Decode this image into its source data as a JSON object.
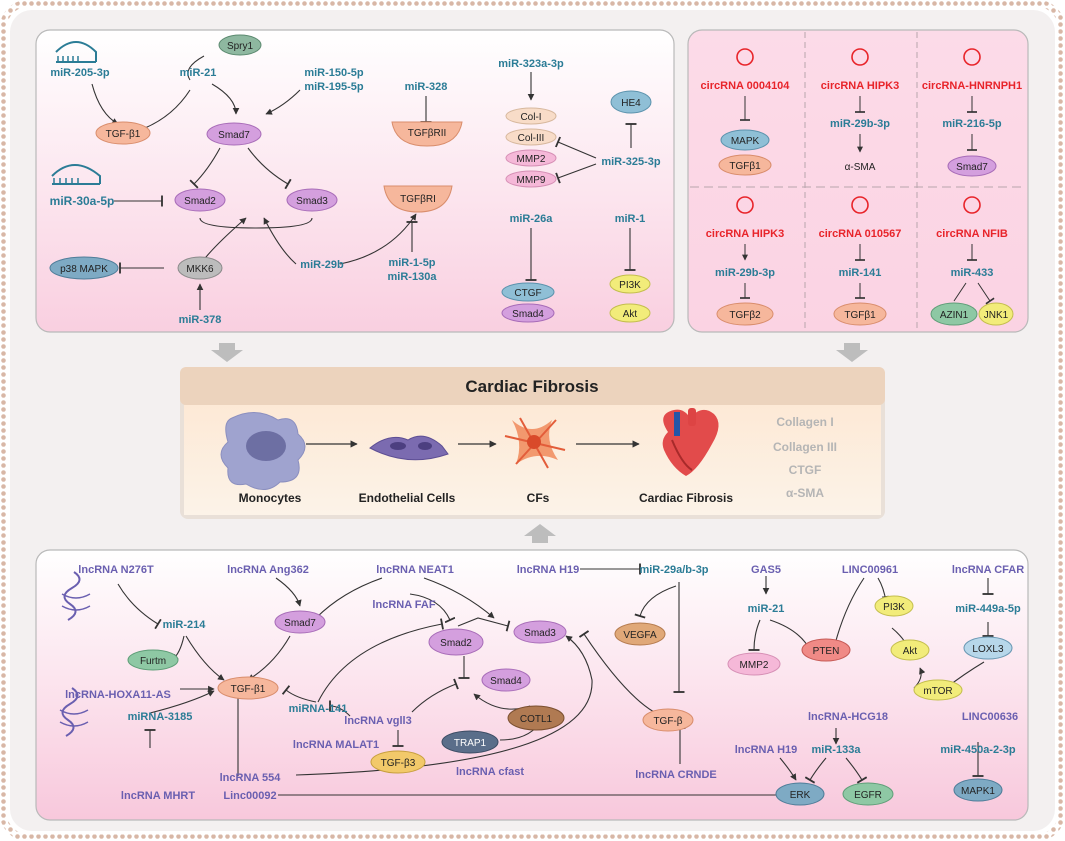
{
  "title": "Cardiac Fibrosis",
  "colors": {
    "mirna": "#2b7c96",
    "circrna": "#e8242a",
    "lncrna": "#6a5fb0",
    "tgf": "#f6b79c",
    "smad": "#d49fde",
    "blue": "#8fbfd6",
    "yellow": "#f2ec7a",
    "pink": "#f5b8d8",
    "tan": "#f8dcc8",
    "green": "#8ec8a4"
  },
  "center": {
    "stages": [
      "Monocytes",
      "Endothelial Cells",
      "CFs",
      "Cardiac Fibrosis"
    ],
    "markers": [
      "Collagen I",
      "Collagen III",
      "CTGF",
      "α-SMA"
    ]
  },
  "top_left": {
    "mir205": "miR-205-3p",
    "spry1": "Spry1",
    "mir21": "miR-21",
    "mir150": "miR-150-5p",
    "mir195": "miR-195-5p",
    "mir328": "miR-328",
    "tgfb1": "TGF-β1",
    "smad7": "Smad7",
    "tgfbr2": "TGFβRII",
    "mir30a": "miR-30a-5p",
    "smad2": "Smad2",
    "smad3": "Smad3",
    "tgfbr1": "TGFβRI",
    "p38": "p38 MAPK",
    "mkk6": "MKK6",
    "mir29b": "miR-29b",
    "mir1_5p": "miR-1-5p",
    "mir130a": "miR-130a",
    "mir378": "miR-378",
    "mir323": "miR-323a-3p",
    "col1": "Col-I",
    "col3": "Col-III",
    "mmp2": "MMP2",
    "mmp9": "MMP9",
    "he4": "HE4",
    "mir325": "miR-325-3p",
    "mir26a": "miR-26a",
    "mir1": "miR-1",
    "ctgf": "CTGF",
    "smad4": "Smad4",
    "pi3k": "PI3K",
    "akt": "Akt"
  },
  "top_right": [
    {
      "circ": "circRNA 0004104",
      "mid": "",
      "targets": [
        "MAPK",
        "TGFβ1"
      ]
    },
    {
      "circ": "circRNA HIPK3",
      "mid": "miR-29b-3p",
      "targets": [
        "α-SMA"
      ]
    },
    {
      "circ": "circRNA-HNRNPH1",
      "mid": "miR-216-5p",
      "targets": [
        "Smad7"
      ]
    },
    {
      "circ": "circRNA HIPK3",
      "mid": "miR-29b-3p",
      "targets": [
        "TGFβ2"
      ]
    },
    {
      "circ": "circRNA 010567",
      "mid": "miR-141",
      "targets": [
        "TGFβ1"
      ]
    },
    {
      "circ": "circRNA NFIB",
      "mid": "miR-433",
      "targets": [
        "AZIN1",
        "JNK1"
      ]
    }
  ],
  "bottom": {
    "n276t": "lncRNA N276T",
    "ang362": "lncRNA Ang362",
    "neat1": "lncRNA NEAT1",
    "h19": "lncRNA H19",
    "mir29ab": "miR-29a/b-3p",
    "gas5": "GAS5",
    "linc961": "LINC00961",
    "cfar": "lncRNA CFAR",
    "mir214": "miR-214",
    "smad7": "Smad7",
    "faf": "lncRNA FAF",
    "smad3": "Smad3",
    "mir21": "miR-21",
    "pi3k": "PI3K",
    "mir449": "miR-449a-5p",
    "furtm": "Furtm",
    "smad2": "Smad2",
    "vegfa": "VEGFA",
    "mmp2": "MMP2",
    "pten": "PTEN",
    "akt": "Akt",
    "loxl3": "LOXL3",
    "hoxa11": "lncRNA-HOXA11-AS",
    "tgfb1": "TGF-β1",
    "mir141": "miRNA-141",
    "smad4": "Smad4",
    "tgfb": "TGF-β",
    "mtor": "mTOR",
    "linc636": "LINC00636",
    "mir3185": "miRNA-3185",
    "vgll3": "lncRNA vgll3",
    "cotl1": "COTL1",
    "hcg18": "lncRNA-HCG18",
    "malat1": "lncRNA MALAT1",
    "trap1": "TRAP1",
    "h19b": "lncRNA H19",
    "mir133a": "miR-133a",
    "mir450": "miR-450a-2-3p",
    "tgfb3": "TGF-β3",
    "cfast": "lncRNA cfast",
    "crnde": "lncRNA CRNDE",
    "mhrt": "lncRNA MHRT",
    "l554": "lncRNA 554",
    "linc92": "Linc00092",
    "erk": "ERK",
    "egfr": "EGFR",
    "mapk1": "MAPK1"
  }
}
